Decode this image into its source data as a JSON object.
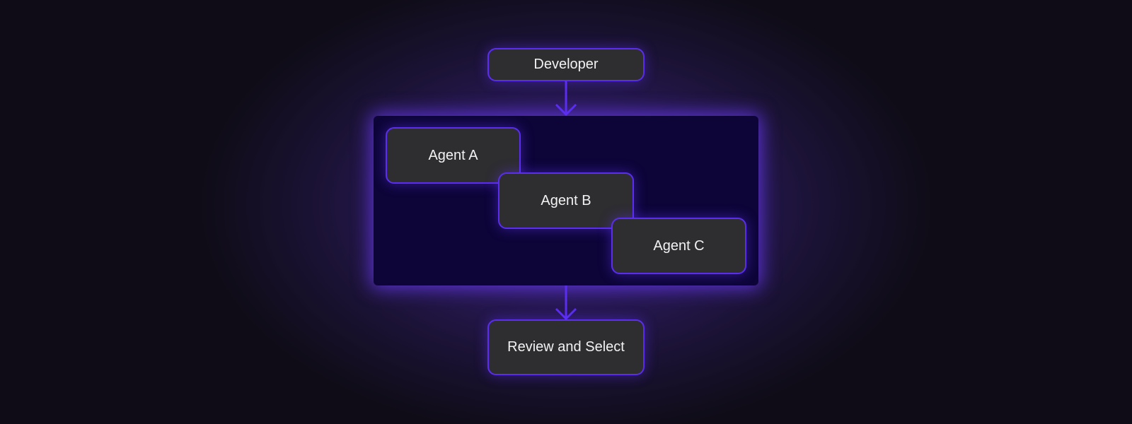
{
  "diagram": {
    "developer_label": "Developer",
    "agents": [
      {
        "label": "Agent A"
      },
      {
        "label": "Agent B"
      },
      {
        "label": "Agent C"
      }
    ],
    "review_label": "Review and Select"
  },
  "colors": {
    "accent": "#5b2df0",
    "node_fill": "#2e2d30",
    "panel_fill": "#0d0538",
    "text": "#f2f2f2"
  }
}
